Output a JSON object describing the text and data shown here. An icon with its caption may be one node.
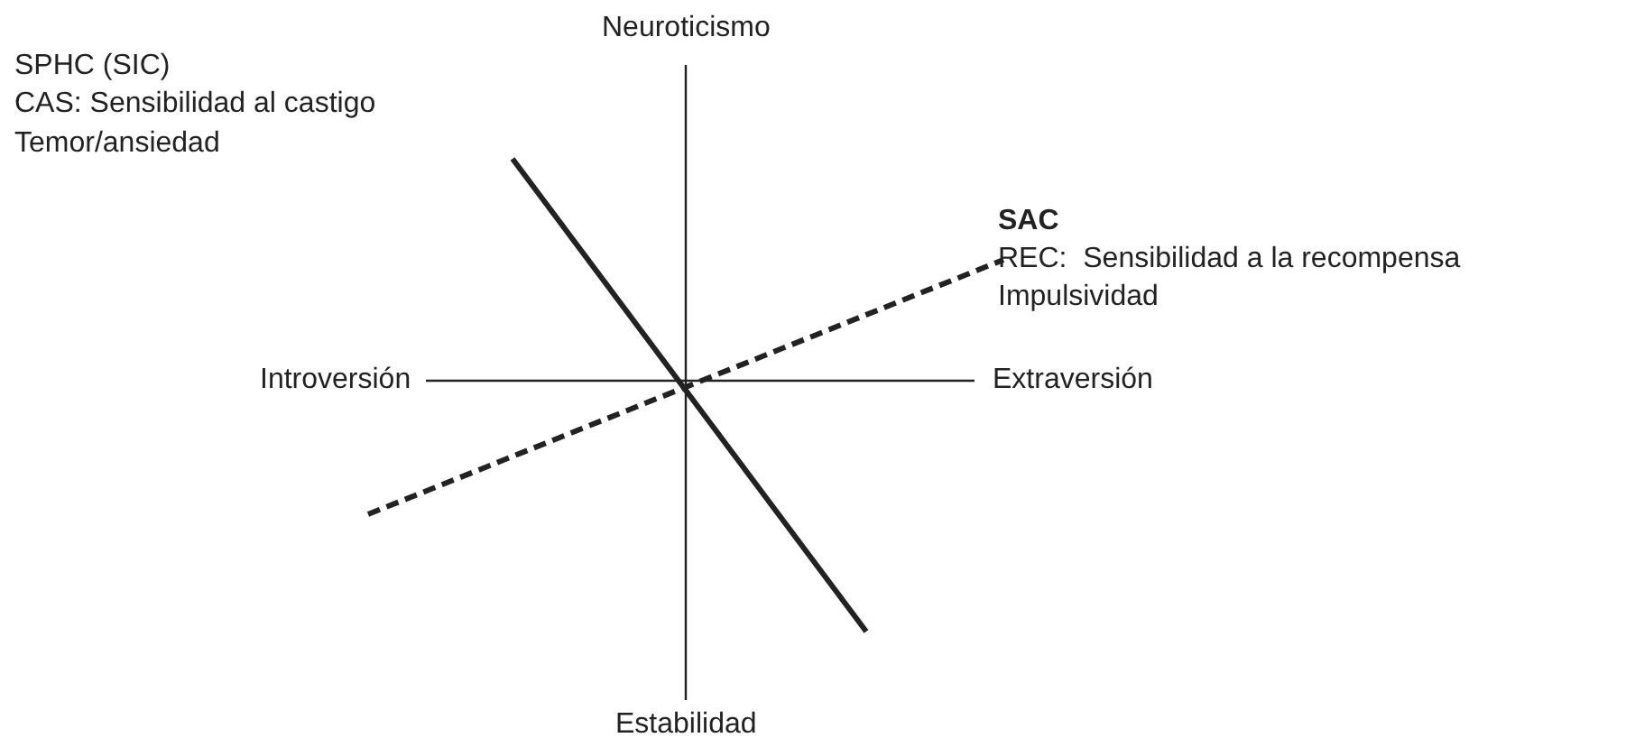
{
  "diagram": {
    "labels": [
      "Neuroticismo",
      "SPHC (SIC)",
      "CAS: Sensibilidad al castigo",
      "Temor/ansiedad",
      "SAC",
      "REC:  Sensibilidad a la recompensa",
      "Impulsividad",
      "Introversión",
      "Extraversión",
      "Estabilidad"
    ]
  }
}
